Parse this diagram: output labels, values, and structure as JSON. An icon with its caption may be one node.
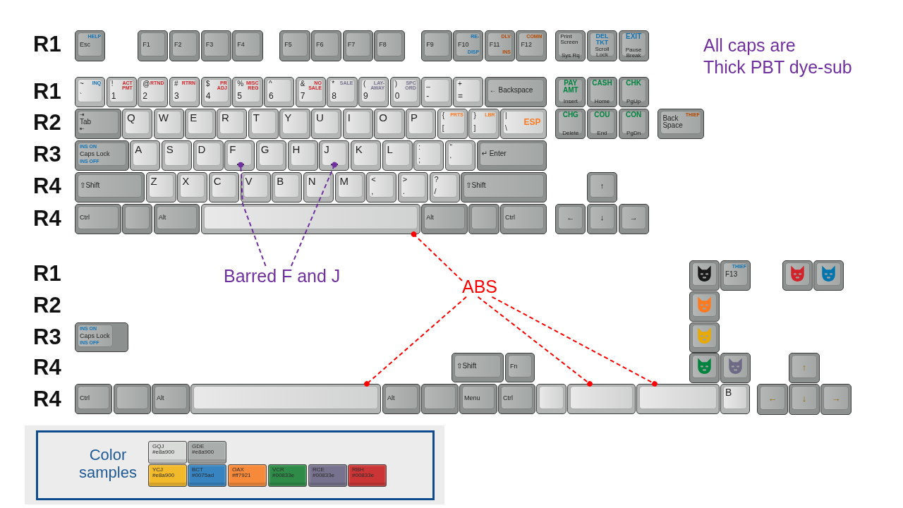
{
  "diagram": {
    "nodes": [
      {
        "text": [
          "HELP",
          "Esc"
        ]
      },
      {
        "text": [
          "F1"
        ]
      },
      {
        "text": [
          "F2"
        ]
      },
      {
        "text": [
          "F3"
        ]
      },
      {
        "text": [
          "F4"
        ]
      },
      {
        "text": [
          "F5"
        ]
      },
      {
        "text": [
          "F6"
        ]
      },
      {
        "text": [
          "F7"
        ]
      },
      {
        "text": [
          "F8"
        ]
      },
      {
        "text": [
          "F9"
        ]
      },
      {
        "text": [
          "RE-",
          "F10",
          "DISP"
        ]
      },
      {
        "text": [
          "DLV",
          "F11",
          "INS"
        ]
      },
      {
        "text": [
          "COMM",
          "F12"
        ]
      },
      {
        "text": [
          "Print Screen",
          "Sys Rq"
        ]
      },
      {
        "text": [
          "DEL TKT",
          "Scroll Lock"
        ]
      },
      {
        "text": [
          "EXIT",
          "Pause Break"
        ]
      },
      {
        "text": [
          "~",
          "INQ",
          "`"
        ]
      },
      {
        "text": [
          "!",
          "ACT PMT",
          "1"
        ]
      },
      {
        "text": [
          "@",
          "RTND",
          "2"
        ]
      },
      {
        "text": [
          "#",
          "RTRN",
          "3"
        ]
      },
      {
        "text": [
          "$",
          "PR ADJ",
          "4"
        ]
      },
      {
        "text": [
          "%",
          "MISC REG",
          "5"
        ]
      },
      {
        "text": [
          "^",
          "6"
        ]
      },
      {
        "text": [
          "&",
          "NO SALE",
          "7"
        ]
      },
      {
        "text": [
          "*",
          "SALE",
          "8"
        ]
      },
      {
        "text": [
          "(",
          "LAY- AWAY",
          "9"
        ]
      },
      {
        "text": [
          ")",
          "SPC ORD",
          "0"
        ]
      },
      {
        "text": [
          "_",
          "-"
        ]
      },
      {
        "text": [
          "+",
          "="
        ]
      },
      {
        "text": [
          "← Backspace"
        ]
      },
      {
        "text": [
          "PAY AMT",
          "Insert"
        ]
      },
      {
        "text": [
          "CASH",
          "Home"
        ]
      },
      {
        "text": [
          "CHK",
          "PgUp"
        ]
      },
      {
        "text": [
          "⇥",
          "Tab",
          "⇤"
        ]
      },
      {
        "text": [
          "Q"
        ]
      },
      {
        "text": [
          "W"
        ]
      },
      {
        "text": [
          "E"
        ]
      },
      {
        "text": [
          "R"
        ]
      },
      {
        "text": [
          "T"
        ]
      },
      {
        "text": [
          "Y"
        ]
      },
      {
        "text": [
          "U"
        ]
      },
      {
        "text": [
          "I"
        ]
      },
      {
        "text": [
          "O"
        ]
      },
      {
        "text": [
          "P"
        ]
      },
      {
        "text": [
          "{",
          "PRTS",
          "["
        ]
      },
      {
        "text": [
          "}",
          "LBR",
          "]"
        ]
      },
      {
        "text": [
          "|",
          "ESP",
          "\\"
        ]
      },
      {
        "text": [
          "CHG",
          "Delete"
        ]
      },
      {
        "text": [
          "COU",
          "End"
        ]
      },
      {
        "text": [
          "CON",
          "PgDn"
        ]
      },
      {
        "text": [
          "Back Space",
          "THIEF"
        ]
      },
      {
        "text": [
          "INS ON",
          "Caps Lock",
          "INS OFF"
        ]
      },
      {
        "text": [
          "A"
        ]
      },
      {
        "text": [
          "S"
        ]
      },
      {
        "text": [
          "D"
        ]
      },
      {
        "text": [
          "F"
        ]
      },
      {
        "text": [],
        "shape": "bar",
        "in": 55
      },
      {
        "text": [
          "G"
        ]
      },
      {
        "text": [
          "H"
        ]
      },
      {
        "text": [
          "J"
        ]
      },
      {
        "text": [],
        "shape": "bar",
        "in": 59
      },
      {
        "text": [
          "K"
        ]
      },
      {
        "text": [
          "L"
        ]
      },
      {
        "text": [
          ":",
          ";"
        ]
      },
      {
        "text": [
          "“",
          "‘"
        ]
      },
      {
        "text": [
          "↵ Enter"
        ]
      },
      {
        "text": [
          "⇧Shift"
        ]
      },
      {
        "text": [
          "Z"
        ]
      },
      {
        "text": [
          "X"
        ]
      },
      {
        "text": [
          "C"
        ]
      },
      {
        "text": [
          "V"
        ]
      },
      {
        "text": [
          "B"
        ]
      },
      {
        "text": [
          "N"
        ]
      },
      {
        "text": [
          "M"
        ]
      },
      {
        "text": [
          "<",
          ","
        ]
      },
      {
        "text": [
          ">",
          "."
        ]
      },
      {
        "text": [
          "?",
          "/"
        ]
      },
      {
        "text": [
          "⇧Shift"
        ]
      },
      {
        "text": [
          "↑"
        ]
      },
      {
        "text": [
          "Ctrl"
        ]
      },
      {
        "text": [],
        "shape": "box"
      },
      {
        "text": [
          "Alt"
        ]
      },
      {
        "text": [],
        "shape": "box"
      },
      {
        "text": [
          "Alt"
        ]
      },
      {
        "text": [],
        "shape": "box"
      },
      {
        "text": [
          "Ctrl"
        ]
      },
      {
        "text": [
          "←"
        ]
      },
      {
        "text": [
          "↓"
        ]
      },
      {
        "text": [
          "→"
        ]
      },
      {
        "text": [
          "Barred F and J"
        ]
      },
      {
        "text": [
          "ABS"
        ]
      },
      {
        "text": [],
        "shape": "box"
      },
      {
        "text": [
          "THIEF",
          "F13"
        ]
      },
      {
        "text": [],
        "shape": "box"
      },
      {
        "text": [],
        "shape": "box"
      },
      {
        "text": [],
        "shape": "box"
      },
      {
        "text": [
          "INS ON",
          "Caps Lock",
          "INS OFF"
        ]
      },
      {
        "text": [],
        "shape": "box"
      },
      {
        "text": [
          "⇧Shift"
        ]
      },
      {
        "text": [
          "Fn"
        ]
      },
      {
        "text": [],
        "shape": "box"
      },
      {
        "text": [],
        "shape": "box"
      },
      {
        "text": [
          "↑"
        ]
      },
      {
        "text": [
          "Ctrl"
        ]
      },
      {
        "text": [],
        "shape": "box"
      },
      {
        "text": [
          "Alt"
        ]
      },
      {
        "text": [],
        "shape": "box"
      },
      {
        "text": [
          "Alt"
        ]
      },
      {
        "text": [],
        "shape": "box"
      },
      {
        "text": [
          "Menu"
        ]
      },
      {
        "text": [
          "Ctrl"
        ]
      },
      {
        "text": [],
        "shape": "box"
      },
      {
        "text": [],
        "shape": "box"
      },
      {
        "text": [],
        "shape": "box"
      },
      {
        "text": [
          "B"
        ]
      },
      {
        "text": [
          "←"
        ]
      },
      {
        "text": [
          "↓"
        ]
      },
      {
        "text": [
          "→"
        ]
      }
    ],
    "edges": [
      {
        "from": 89,
        "to": 56,
        "arrow": "other",
        "style": "dashed",
        "color": "#7030a0"
      },
      {
        "from": 89,
        "to": 60,
        "arrow": "other",
        "style": "dashed",
        "color": "#7030a0"
      },
      {
        "from": 90,
        "to": 82,
        "arrow": "other",
        "style": "dashed",
        "color": "#ff0000"
      },
      {
        "from": 90,
        "to": 106,
        "arrow": "other",
        "style": "dashed",
        "color": "#ff0000"
      },
      {
        "from": 90,
        "to": 112,
        "arrow": "other",
        "style": "dashed",
        "color": "#ff0000"
      },
      {
        "from": 90,
        "to": 113,
        "arrow": "other",
        "style": "dashed",
        "color": "#ff0000"
      }
    ],
    "labels": [
      "R1",
      "All caps are Thick PBT dye-sub",
      "R1",
      "R2",
      "R3",
      "R4",
      "R4",
      "R1",
      "R2",
      "R3",
      "R4",
      "R4",
      "Color samples"
    ],
    "legend": [
      {
        "text": "GQJ #e8a900",
        "color": "#d9dbd9"
      },
      {
        "text": "GDE #e8a900",
        "color": "#a9adab"
      },
      {
        "text": "YCJ #e8a900",
        "color": "#f2b92b"
      },
      {
        "text": "BCT #0075ad",
        "color": "#3784c0"
      },
      {
        "text": "OAX #ff7921",
        "color": "#f78a3a"
      },
      {
        "text": "VCR #00833e",
        "color": "#2f8b48"
      },
      {
        "text": "RCE #00833e",
        "color": "#77728d"
      },
      {
        "text": "RBH #00833e",
        "color": "#cc3535"
      }
    ]
  }
}
